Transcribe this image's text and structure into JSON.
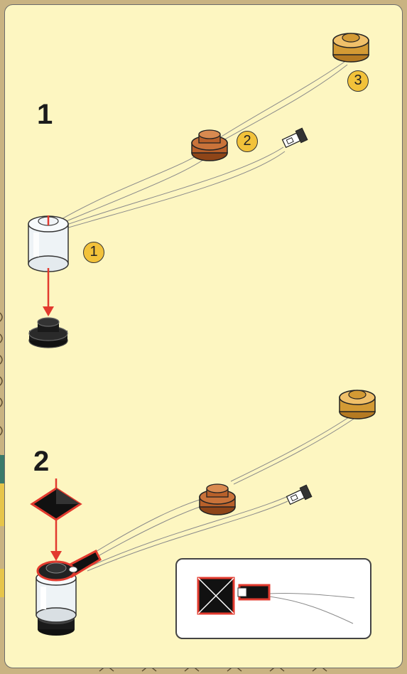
{
  "steps": [
    {
      "number": "1",
      "badges": [
        "1",
        "2",
        "3"
      ]
    },
    {
      "number": "2"
    }
  ],
  "colors": {
    "panel": "#fdf6c1",
    "badge": "#f2c23a",
    "highlight": "#e23a2e",
    "brown": "#b8602a",
    "gold": "#d39a34"
  },
  "icons": [
    "transparent-cylinder-brick",
    "brown-round-plate",
    "gold-round-tile",
    "black-round-plate",
    "cable-plug",
    "black-roof-tile",
    "black-bar-lever"
  ]
}
